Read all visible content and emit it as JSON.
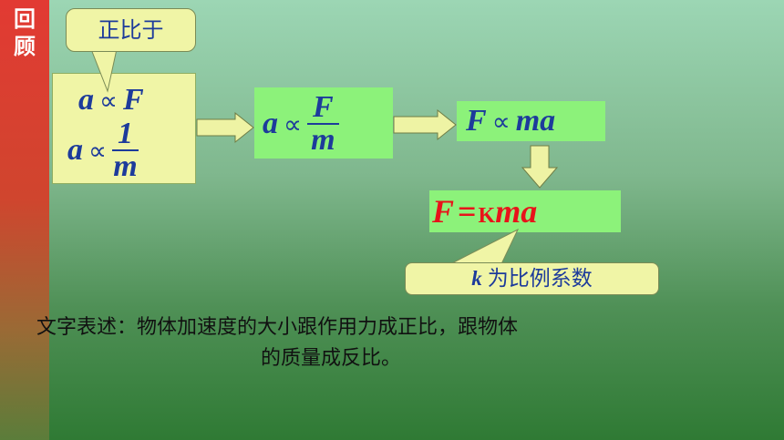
{
  "sidebar": {
    "title_line1": "回",
    "title_line2": "顾"
  },
  "callouts": {
    "top_label": "正比于",
    "bottom_k": "k",
    "bottom_label": "为比例系数"
  },
  "formulas": {
    "left": {
      "row1_var": "a",
      "row1_op": "∝",
      "row1_rhs": "F",
      "row2_var": "a",
      "row2_op": "∝",
      "row2_num": "1",
      "row2_den": "m"
    },
    "middle": {
      "var": "a",
      "op": "∝",
      "num": "F",
      "den": "m"
    },
    "right": {
      "lhs": "F",
      "op": "∝",
      "rhs": "ma"
    },
    "result": {
      "lhs": "F",
      "eq": "=",
      "k": "K",
      "rhs": "ma"
    }
  },
  "statement": {
    "line1": "文字表述：物体加速度的大小跟作用力成正比，跟物体",
    "line2": "的质量成反比。"
  },
  "colors": {
    "formula_blue": "#1d3b9b",
    "result_red": "#e8131a",
    "box_green": "#8cf27a",
    "box_yellow": "#f0f5a6",
    "arrow_fill": "#eef3a4"
  }
}
